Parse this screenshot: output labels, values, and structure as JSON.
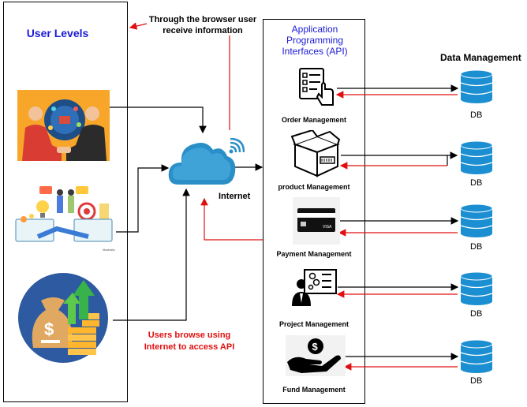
{
  "left_panel": {
    "title": "User Levels"
  },
  "api_panel": {
    "title": "Application Programming Interfaces (API)"
  },
  "data_management": {
    "title": "Data Management"
  },
  "internet": {
    "label": "Internet"
  },
  "notes": {
    "top": "Through the browser user receive information",
    "bottom": "Users browse using Internet to access API"
  },
  "modules": [
    {
      "label": "Order Management",
      "db": "DB"
    },
    {
      "label": "product Management",
      "db": "DB"
    },
    {
      "label": "Payment Management",
      "db": "DB"
    },
    {
      "label": "Project Management",
      "db": "DB"
    },
    {
      "label": "Fund Management",
      "db": "DB"
    }
  ],
  "colors": {
    "title_blue": "#1a1ad6",
    "note_red": "#e01010",
    "db_blue": "#1b8fd2",
    "cloud_blue": "#2a8fc7"
  }
}
